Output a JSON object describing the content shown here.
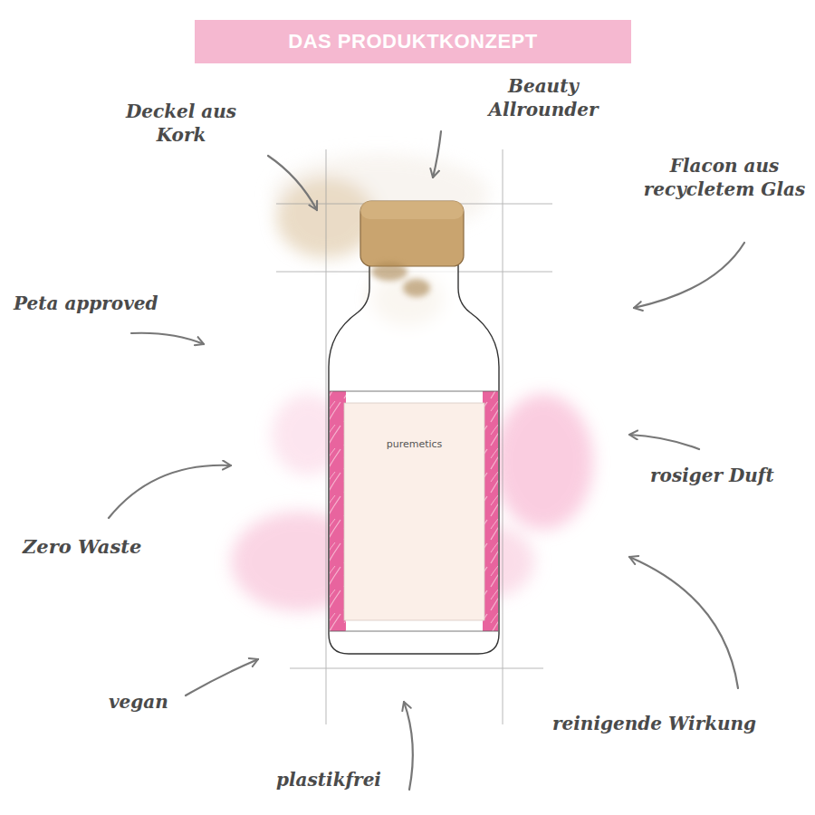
{
  "diagram": {
    "title": "DAS PRODUKTKONZEPT",
    "labels": [
      "Deckel aus Kork",
      "Beauty Allrounder",
      "Flacon aus recycletem Glas",
      "Peta approved",
      "rosiger Duft",
      "Zero Waste",
      "vegan",
      "reinigende Wirkung",
      "plastikfrei",
      "puremetics"
    ]
  }
}
